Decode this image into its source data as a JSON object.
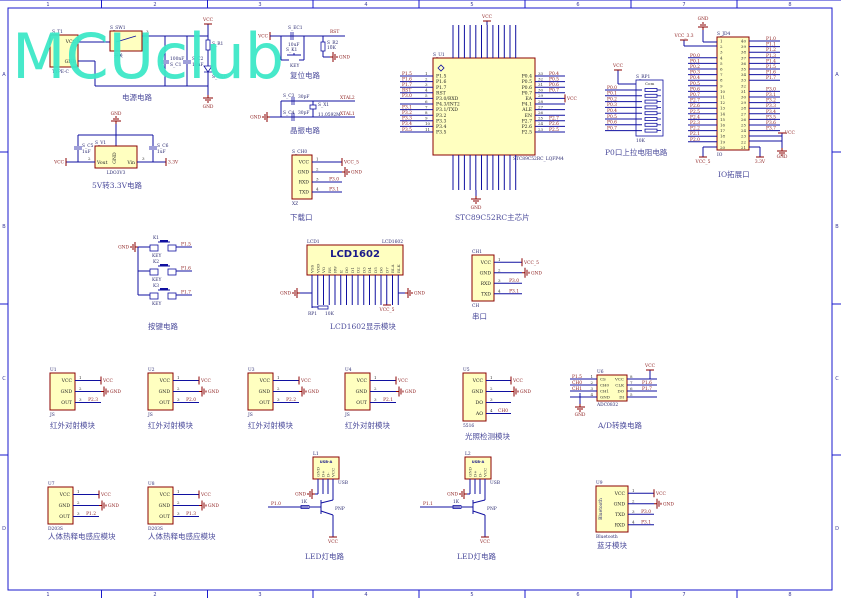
{
  "watermark": "MCUclub",
  "frame": {
    "cols": [
      "1",
      "2",
      "3",
      "4",
      "5",
      "6",
      "7",
      "8"
    ],
    "rows": [
      "A",
      "B",
      "C",
      "D"
    ]
  },
  "colors": {
    "wire": "#1010a0",
    "component_fill": "#ffffc0",
    "component_border": "#8b0000",
    "net_label": "#8b1a1a",
    "title": "#4b4b9b",
    "watermark": "#3ee8c8"
  },
  "power": {
    "title": "电源电路",
    "t1": {
      "ref": "S_T1",
      "part": "TYPE-C",
      "pins": [
        "VCC",
        "GND"
      ],
      "n1": "1",
      "n2": "3"
    },
    "sw": {
      "ref": "S_SW1",
      "part": "开关",
      "n1": "3",
      "n2": "1"
    },
    "c1": {
      "ref": "S_C1",
      "value": "100nF"
    },
    "c2": {
      "ref": "S_C2",
      "value": "10uF"
    },
    "r1": {
      "ref": "S_R1"
    },
    "led": {
      "ref": "S_LED"
    },
    "vcc": "VCC",
    "gnd": "GND"
  },
  "ldo": {
    "title": "5V转3.3V电路",
    "u": {
      "ref": "S_V1",
      "part": "LDO3V3",
      "vout": "Vout",
      "vin": "Vin",
      "gnd": "GND",
      "n_out": "2",
      "n_in": "3"
    },
    "c5": {
      "ref": "S_C5",
      "value": "1uF"
    },
    "c6": {
      "ref": "S_C6",
      "value": "1uF"
    },
    "gnd": "GND",
    "vcc": "VCC",
    "v33": "3.3V"
  },
  "reset": {
    "title": "复位电路",
    "vcc": "VCC",
    "net": "RST",
    "gnd": "GND",
    "c": {
      "ref": "S_EC1",
      "value": "10uF"
    },
    "k": {
      "ref": "S_K1",
      "part": "KEY"
    },
    "r": {
      "ref": "S_R2",
      "value": "10K"
    }
  },
  "crystal": {
    "title": "晶振电路",
    "xtal2": "XTAL2",
    "xtal1": "XTAL1",
    "gnd": "GND",
    "c3": {
      "ref": "S_C3",
      "value": "30pF"
    },
    "c4": {
      "ref": "S_C4",
      "value": "30pF"
    },
    "x": {
      "ref": "S_X1",
      "value": "11.0592M"
    }
  },
  "download": {
    "title": "下载口",
    "ref": "S_CH0",
    "part": "XZ",
    "pins": [
      {
        "name": "VCC",
        "num": "1",
        "net": "VCC_5"
      },
      {
        "name": "GND",
        "num": "2",
        "net": "GND"
      },
      {
        "name": "RXD",
        "num": "3",
        "net": "P3.0"
      },
      {
        "name": "TXD",
        "num": "4",
        "net": "P3.1"
      }
    ]
  },
  "mcu": {
    "title": "STC89C52RC主芯片",
    "ref": "S_U1",
    "part": "STC89C52RC_LQFP44",
    "vcc": "VCC",
    "gnd": "GND",
    "left": [
      {
        "name": "P1.5",
        "num": "1",
        "net": "P1.5"
      },
      {
        "name": "P1.6",
        "num": "2",
        "net": "P1.6"
      },
      {
        "name": "P1.7",
        "num": "3",
        "net": "P1.7"
      },
      {
        "name": "RST",
        "num": "4",
        "net": "RST"
      },
      {
        "name": "P3.0/RXD",
        "num": "5",
        "net": "P3.0"
      },
      {
        "name": "P4.3/INT2",
        "num": "6",
        "net": ""
      },
      {
        "name": "P3.1/TXD",
        "num": "7",
        "net": "P3.1"
      },
      {
        "name": "P3.2",
        "num": "8",
        "net": "P3.2"
      },
      {
        "name": "P3.3",
        "num": "9",
        "net": "P3.3"
      },
      {
        "name": "P3.4",
        "num": "10",
        "net": "P3.4"
      },
      {
        "name": "P3.5",
        "num": "11",
        "net": "P3.5"
      }
    ],
    "right": [
      {
        "name": "P0.4",
        "num": "33",
        "net": "P0.4"
      },
      {
        "name": "P0.5",
        "num": "32",
        "net": "P0.5"
      },
      {
        "name": "P0.6",
        "num": "31",
        "net": "P0.6"
      },
      {
        "name": "P0.7",
        "num": "30",
        "net": "P0.7"
      },
      {
        "name": "EA",
        "num": "29",
        "net": "VCC"
      },
      {
        "name": "P4.1",
        "num": "28",
        "net": ""
      },
      {
        "name": "ALE",
        "num": "27",
        "net": ""
      },
      {
        "name": "EN",
        "num": "26",
        "net": ""
      },
      {
        "name": "P2.7",
        "num": "25",
        "net": "P2.7"
      },
      {
        "name": "P2.6",
        "num": "24",
        "net": "P2.6"
      },
      {
        "name": "P2.5",
        "num": "23",
        "net": "P2.5"
      }
    ]
  },
  "pullup": {
    "title": "P0口上拉电阻电路",
    "ref": "S_RP1",
    "part": "10K",
    "vcc": "VCC",
    "com": "Com",
    "nets": [
      "P0.0",
      "P0.1",
      "P0.2",
      "P0.3",
      "P0.4",
      "P0.5",
      "P0.6",
      "P0.7"
    ]
  },
  "io": {
    "title": "IO拓展口",
    "ref": "S_JD4",
    "part": "IO",
    "gnd": "GND",
    "vcc33": "VCC_3.3",
    "vcc5": "VCC_5",
    "v33": "3.3V",
    "vcc": "VCC",
    "gnd2": "GND",
    "left_nums": [
      "1",
      "2",
      "3",
      "4",
      "5",
      "6",
      "7",
      "8",
      "9",
      "10",
      "11",
      "12",
      "13",
      "14",
      "15",
      "16",
      "17",
      "18",
      "19",
      "20"
    ],
    "right_nums": [
      "40",
      "39",
      "38",
      "37",
      "36",
      "35",
      "34",
      "33",
      "32",
      "31",
      "30",
      "29",
      "28",
      "27",
      "26",
      "25",
      "24",
      "23",
      "22",
      "21"
    ],
    "left_nets": [
      "",
      "",
      "",
      "P0.0",
      "P0.1",
      "P0.2",
      "P0.3",
      "P0.4",
      "P0.5",
      "P0.6",
      "P0.7",
      "P2.7",
      "P2.6",
      "P2.5",
      "P2.4",
      "P2.3",
      "P2.2",
      "P2.1",
      "P2.0",
      ""
    ],
    "right_nets": [
      "P1.0",
      "P1.1",
      "P1.2",
      "P1.3",
      "P1.4",
      "P1.5",
      "P1.6",
      "P1.7",
      "",
      "P3.0",
      "P3.1",
      "P3.2",
      "P3.3",
      "P3.4",
      "P3.5",
      "P3.6",
      "P3.7",
      "",
      "",
      ""
    ]
  },
  "keys": {
    "title": "按键电路",
    "gnd": "GND",
    "items": [
      {
        "ref": "K1",
        "part": "KEY",
        "net": "P1.5"
      },
      {
        "ref": "K2",
        "part": "KEY",
        "net": "P1.6"
      },
      {
        "ref": "K3",
        "part": "KEY",
        "net": "P1.7"
      }
    ]
  },
  "lcd": {
    "title": "LCD1602显示模块",
    "ref": "LCD1",
    "part": "LCD1602",
    "label": "LCD1602",
    "pins": [
      "VSS",
      "VDD",
      "VO",
      "RS",
      "RW",
      "E",
      "D0",
      "D1",
      "D2",
      "D3",
      "D4",
      "D5",
      "D6",
      "D7",
      "BLA",
      "BLK"
    ],
    "rp": "RP1",
    "rpv": "10K",
    "gnd": "GND",
    "gnd2": "GND",
    "vcc5": "VCC_5"
  },
  "serial": {
    "title": "串口",
    "ref": "CH1",
    "part": "CH",
    "pins": [
      {
        "name": "VCC",
        "num": "1",
        "net": "VCC_5"
      },
      {
        "name": "GND",
        "num": "2",
        "net": "GND"
      },
      {
        "name": "RXD",
        "num": "3",
        "net": "P3.0"
      },
      {
        "name": "TXD",
        "num": "4",
        "net": "P3.1"
      }
    ]
  },
  "ir": [
    {
      "title": "红外对射模块",
      "ref": "U1",
      "part": "JS",
      "pins": [
        {
          "name": "VCC",
          "num": "1",
          "net": "VCC"
        },
        {
          "name": "GND",
          "num": "2",
          "net": "GND"
        },
        {
          "name": "OUT",
          "num": "3",
          "net": "P2.3"
        }
      ]
    },
    {
      "title": "红外对射模块",
      "ref": "U2",
      "part": "JS",
      "pins": [
        {
          "name": "VCC",
          "num": "1",
          "net": "VCC"
        },
        {
          "name": "GND",
          "num": "2",
          "net": "GND"
        },
        {
          "name": "OUT",
          "num": "3",
          "net": "P2.0"
        }
      ]
    },
    {
      "title": "红外对射模块",
      "ref": "U3",
      "part": "JS",
      "pins": [
        {
          "name": "VCC",
          "num": "1",
          "net": "VCC"
        },
        {
          "name": "GND",
          "num": "2",
          "net": "GND"
        },
        {
          "name": "OUT",
          "num": "3",
          "net": "P2.2"
        }
      ]
    },
    {
      "title": "红外对射模块",
      "ref": "U4",
      "part": "JS",
      "pins": [
        {
          "name": "VCC",
          "num": "1",
          "net": "VCC"
        },
        {
          "name": "GND",
          "num": "2",
          "net": "GND"
        },
        {
          "name": "OUT",
          "num": "3",
          "net": "P2.1"
        }
      ]
    }
  ],
  "light": {
    "title": "光照检测模块",
    "ref": "U5",
    "part": "5516",
    "pins": [
      {
        "name": "VCC",
        "num": "1",
        "net": "VCC"
      },
      {
        "name": "GND",
        "num": "2",
        "net": "GND"
      },
      {
        "name": "DO",
        "num": "3",
        "net": ""
      },
      {
        "name": "AO",
        "num": "4",
        "net": "CH0"
      }
    ]
  },
  "adc": {
    "title": "A/D转换电路",
    "ref": "U6",
    "part": "ADC0832",
    "gnd": "GND",
    "vcc": "VCC",
    "left": [
      {
        "name": "CS",
        "num": "1",
        "net": "P1.5"
      },
      {
        "name": "CH0",
        "num": "2",
        "net": "CH0"
      },
      {
        "name": "CH1",
        "num": "3",
        "net": "CH1"
      },
      {
        "name": "GND",
        "num": "4",
        "net": ""
      }
    ],
    "right": [
      {
        "name": "VCC",
        "num": "8",
        "net": ""
      },
      {
        "name": "CLK",
        "num": "7",
        "net": "P1.6"
      },
      {
        "name": "DO",
        "num": "6",
        "net": "P1.7"
      },
      {
        "name": "DI",
        "num": "5",
        "net": ""
      }
    ]
  },
  "pir": [
    {
      "title": "人体热释电感应模块",
      "ref": "U7",
      "part": "D203S",
      "pins": [
        {
          "name": "VCC",
          "num": "1",
          "net": "VCC"
        },
        {
          "name": "GND",
          "num": "2",
          "net": "GND"
        },
        {
          "name": "OUT",
          "num": "3",
          "net": "P1.2"
        }
      ]
    },
    {
      "title": "人体热释电感应模块",
      "ref": "U8",
      "part": "D203S",
      "pins": [
        {
          "name": "VCC",
          "num": "1",
          "net": "VCC"
        },
        {
          "name": "GND",
          "num": "2",
          "net": "GND"
        },
        {
          "name": "OUT",
          "num": "3",
          "net": "P1.3"
        }
      ]
    }
  ],
  "led": [
    {
      "title": "LED灯电路",
      "ref": "L1",
      "part": "USB",
      "chip": "USB-A",
      "pins": [
        "GND",
        "D+",
        "D-",
        "VCC"
      ],
      "gnd": "GND",
      "net": "P1.0",
      "r": "1K",
      "q": "PNP",
      "vcc": "VCC"
    },
    {
      "title": "LED灯电路",
      "ref": "L2",
      "part": "USB",
      "chip": "USB-A",
      "pins": [
        "GND",
        "D+",
        "D-",
        "VCC"
      ],
      "gnd": "GND",
      "net": "P1.1",
      "r": "1K",
      "q": "PNP",
      "vcc": "VCC"
    }
  ],
  "bt": {
    "title": "蓝牙模块",
    "ref": "U9",
    "part": "Bluetooth",
    "inner": "Bluetooth",
    "pins": [
      {
        "name": "VCC",
        "num": "1",
        "net": "VCC"
      },
      {
        "name": "GND",
        "num": "2",
        "net": "GND"
      },
      {
        "name": "TXD",
        "num": "3",
        "net": "P3.0"
      },
      {
        "name": "RXD",
        "num": "4",
        "net": "P3.1"
      }
    ]
  }
}
